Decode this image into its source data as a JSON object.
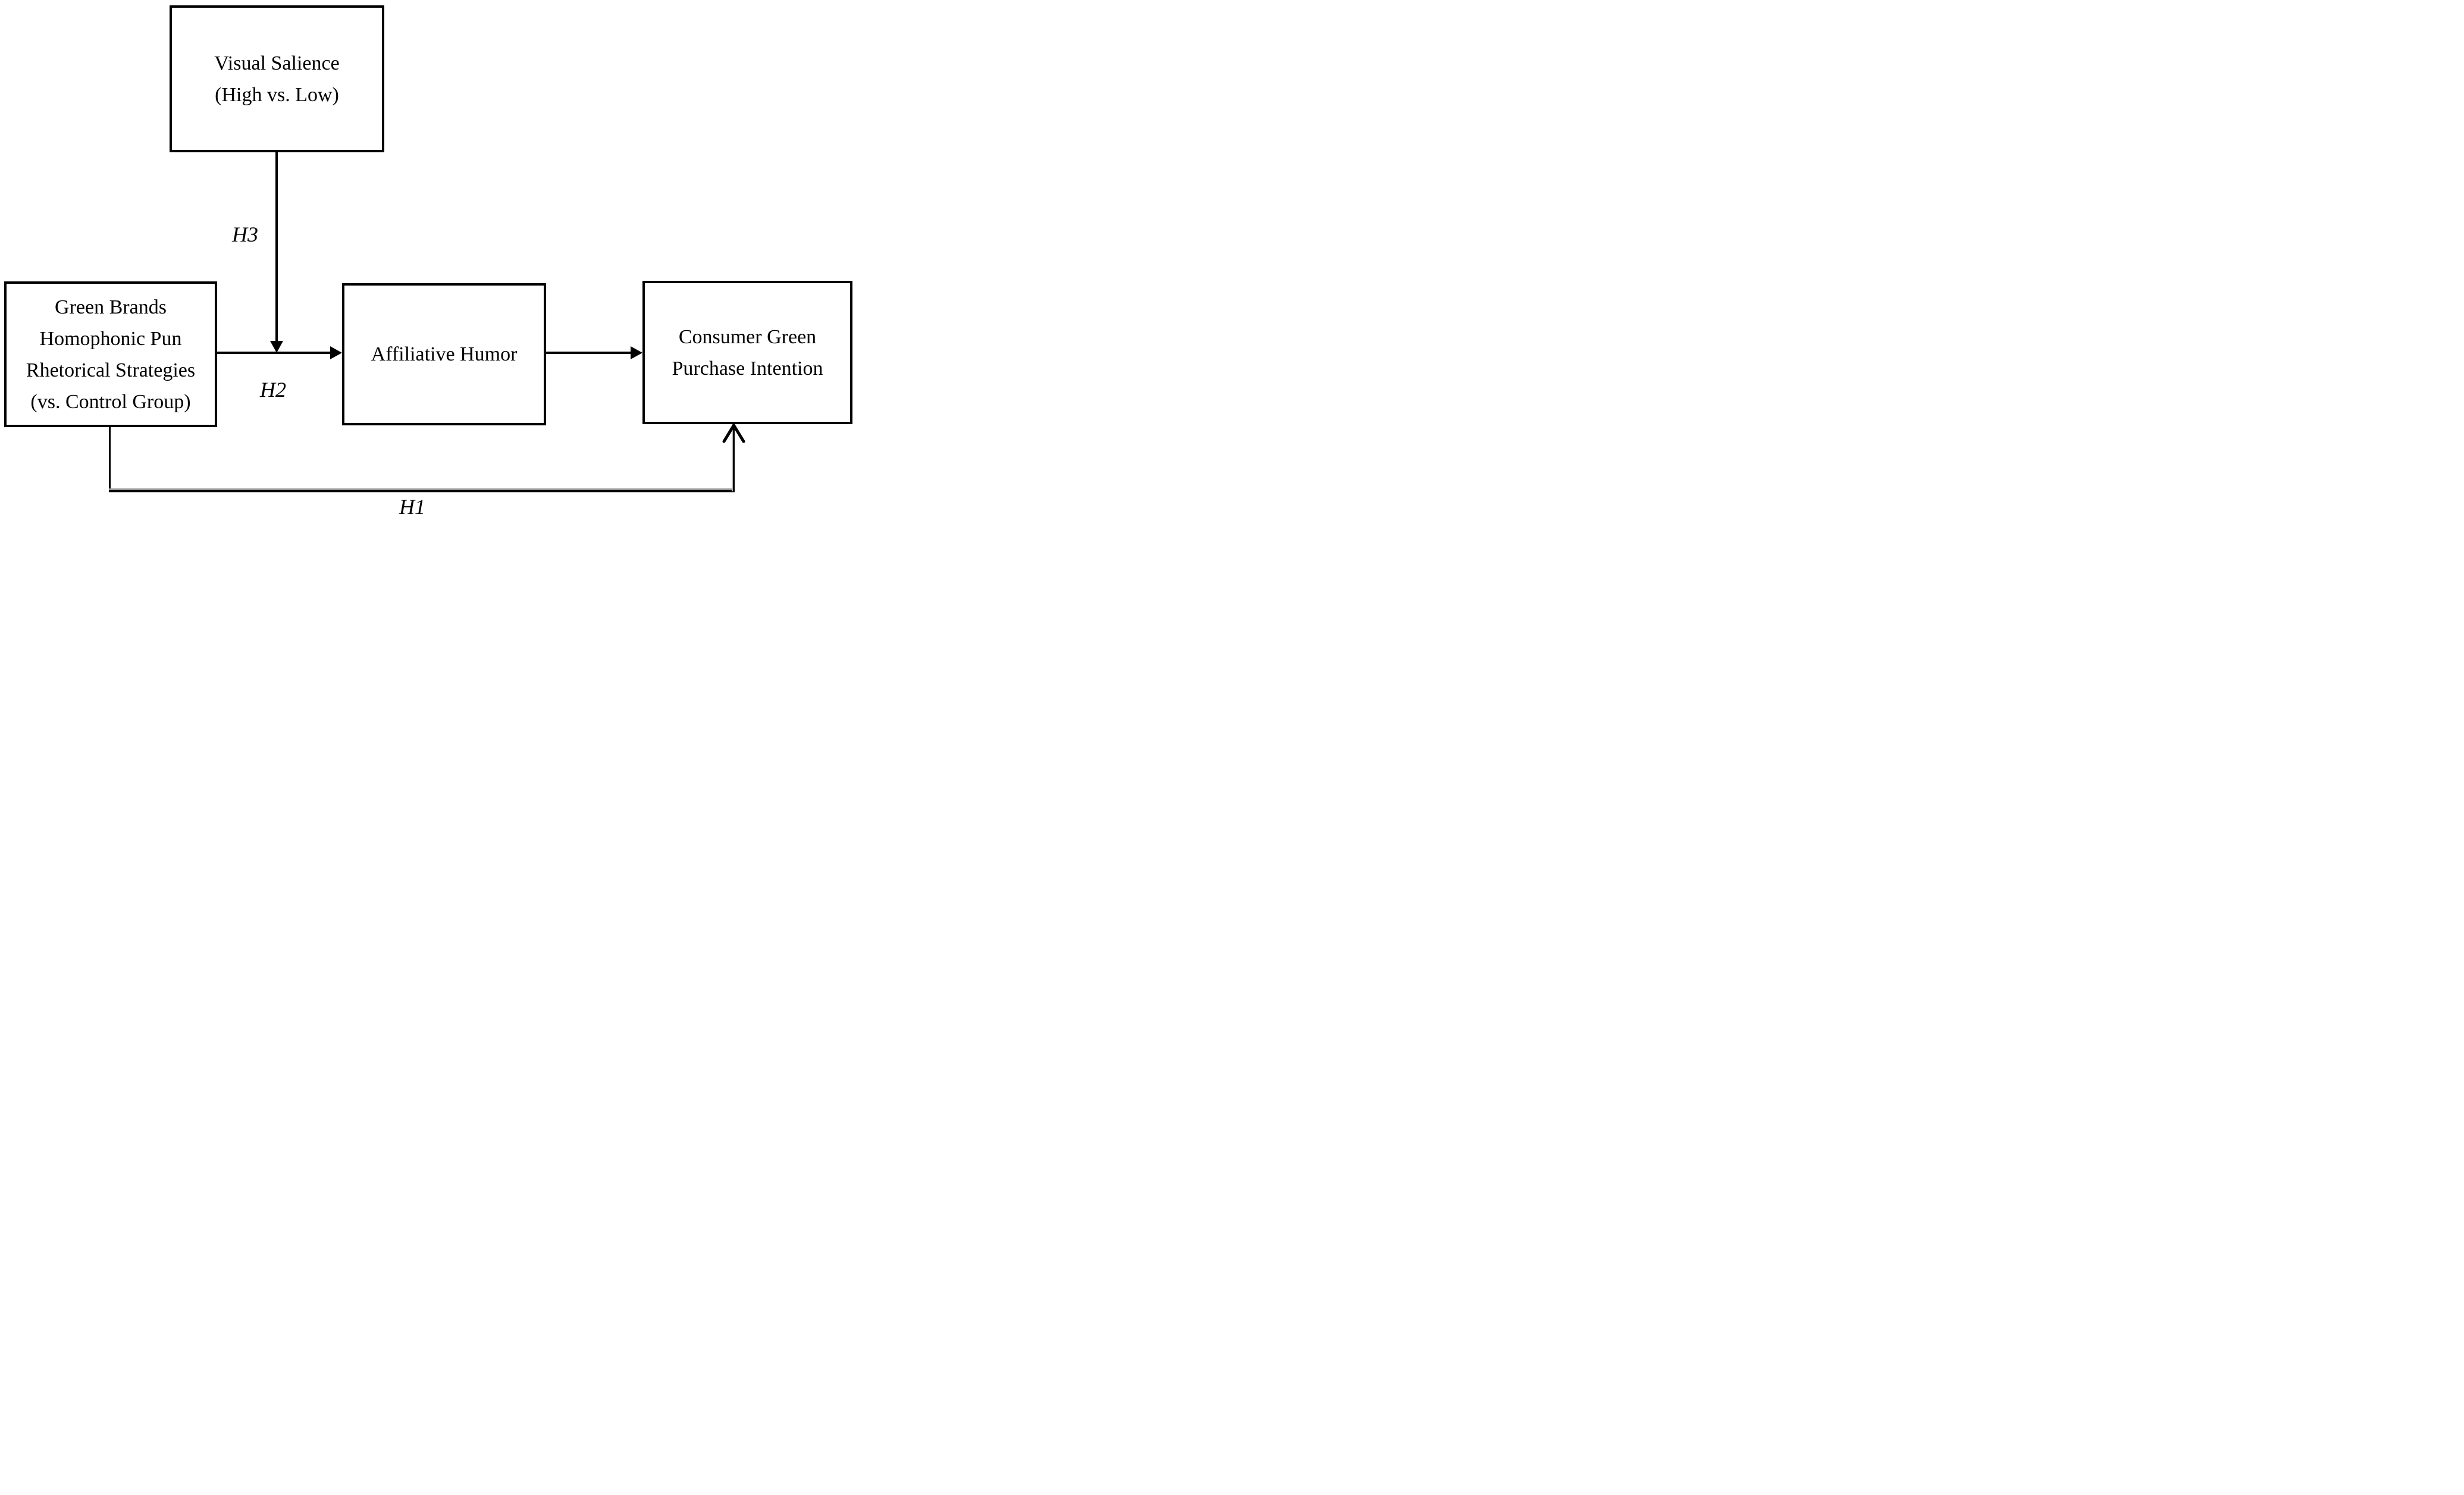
{
  "diagram": {
    "boxes": {
      "moderator": {
        "role": "moderator",
        "lines": [
          "Visual Salience",
          "(High vs. Low)"
        ]
      },
      "independent_variable": {
        "role": "independent-variable",
        "lines": [
          "Green Brands",
          "Homophonic Pun",
          "Rhetorical Strategies",
          "(vs. Control Group)"
        ]
      },
      "mediator": {
        "role": "mediator",
        "lines": [
          "Affiliative Humor"
        ]
      },
      "dependent_variable": {
        "role": "dependent-variable",
        "lines": [
          "Consumer Green",
          "Purchase Intention"
        ]
      }
    },
    "path_labels": {
      "h1": "H1",
      "h2": "H2",
      "h3": "H3"
    },
    "colors": {
      "line": "#000000",
      "text": "#000000",
      "background": "#ffffff"
    }
  }
}
